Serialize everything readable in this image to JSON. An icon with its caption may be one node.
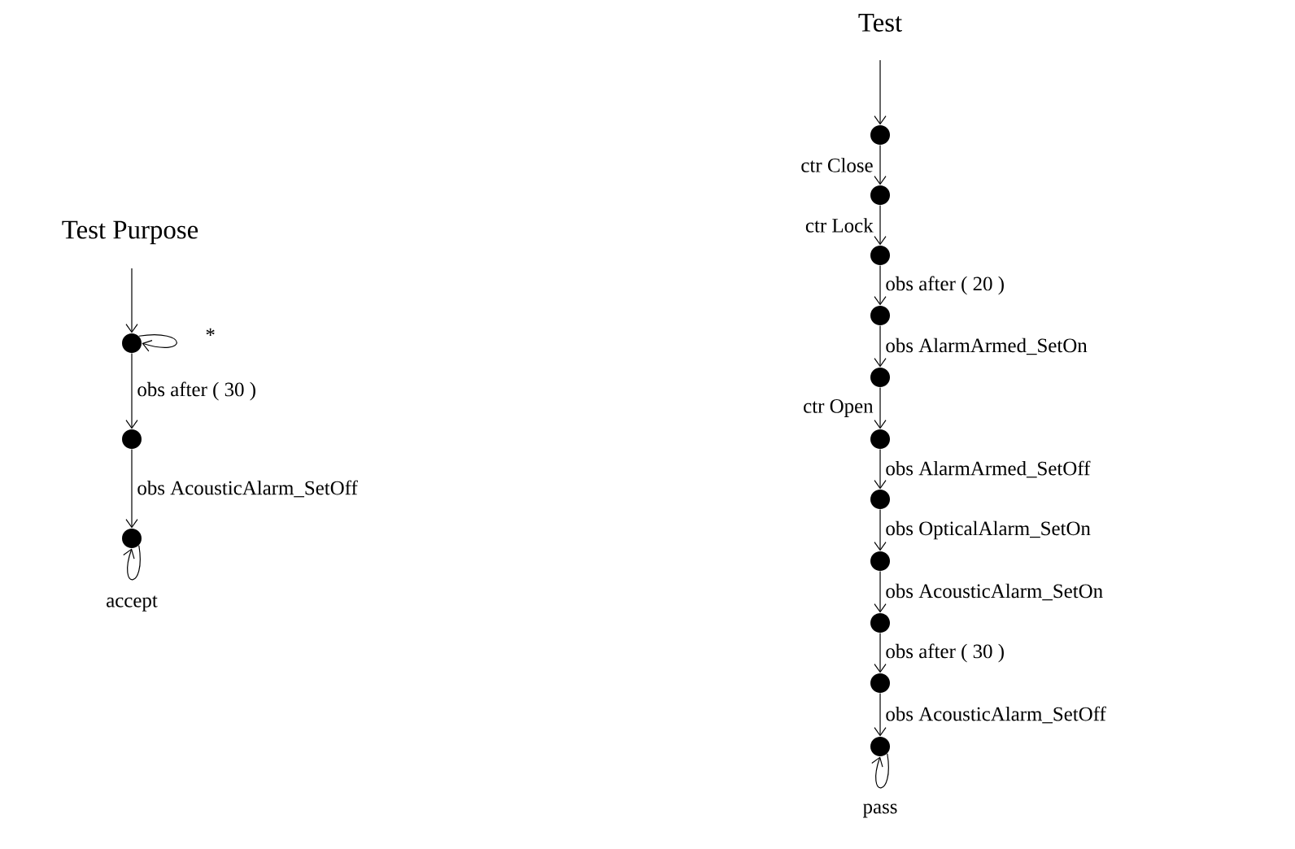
{
  "diagram": {
    "nodes": [
      {
        "text": [],
        "shape": "circle"
      },
      {
        "text": [],
        "shape": "circle"
      },
      {
        "text": [],
        "shape": "circle"
      },
      {
        "text": [],
        "shape": "circle"
      },
      {
        "text": [],
        "shape": "circle"
      },
      {
        "text": [],
        "shape": "circle"
      },
      {
        "text": [],
        "shape": "circle"
      },
      {
        "text": [],
        "shape": "circle"
      },
      {
        "text": [],
        "shape": "circle"
      },
      {
        "text": [],
        "shape": "circle"
      },
      {
        "text": [],
        "shape": "circle"
      },
      {
        "text": [],
        "shape": "circle"
      },
      {
        "text": [],
        "shape": "circle"
      },
      {
        "text": [],
        "shape": "circle"
      }
    ],
    "edges": [
      {
        "from": null,
        "to": 0,
        "arrow": "to"
      },
      {
        "from": 0,
        "to": 0,
        "arrow": "to",
        "label": "*"
      },
      {
        "from": 0,
        "to": 1,
        "arrow": "to",
        "label": "obs after ( 30 )"
      },
      {
        "from": 1,
        "to": 2,
        "arrow": "to",
        "label": "obs AcousticAlarm_SetOff"
      },
      {
        "from": 2,
        "to": 2,
        "arrow": "to",
        "label": "accept"
      },
      {
        "from": null,
        "to": 3,
        "arrow": "to"
      },
      {
        "from": 3,
        "to": 4,
        "arrow": "to",
        "label": "ctr Close"
      },
      {
        "from": 4,
        "to": 5,
        "arrow": "to",
        "label": "ctr Lock"
      },
      {
        "from": 5,
        "to": 6,
        "arrow": "to",
        "label": "obs after ( 20 )"
      },
      {
        "from": 6,
        "to": 7,
        "arrow": "to",
        "label": "obs AlarmArmed_SetOn"
      },
      {
        "from": 7,
        "to": 8,
        "arrow": "to",
        "label": "ctr Open"
      },
      {
        "from": 8,
        "to": 9,
        "arrow": "to",
        "label": "obs AlarmArmed_SetOff"
      },
      {
        "from": 9,
        "to": 10,
        "arrow": "to",
        "label": "obs OpticalAlarm_SetOn"
      },
      {
        "from": 10,
        "to": 11,
        "arrow": "to",
        "label": "obs AcousticAlarm_SetOn"
      },
      {
        "from": 11,
        "to": 12,
        "arrow": "to",
        "label": "obs after ( 30 )"
      },
      {
        "from": 12,
        "to": 13,
        "arrow": "to",
        "label": "obs AcousticAlarm_SetOff"
      },
      {
        "from": 13,
        "to": 13,
        "arrow": "to",
        "label": "pass"
      }
    ],
    "labels": [
      "Test Purpose",
      "Test"
    ]
  }
}
